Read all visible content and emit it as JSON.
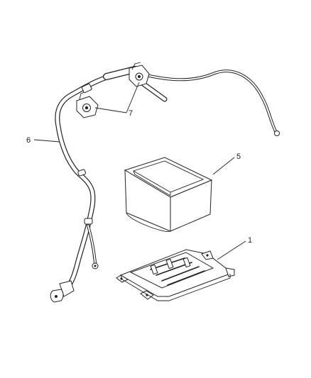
{
  "diagram": {
    "callouts": [
      {
        "id": "cable",
        "label": "6"
      },
      {
        "id": "terminals",
        "label": "7"
      },
      {
        "id": "battery",
        "label": "5"
      },
      {
        "id": "tray",
        "label": "1"
      }
    ]
  }
}
